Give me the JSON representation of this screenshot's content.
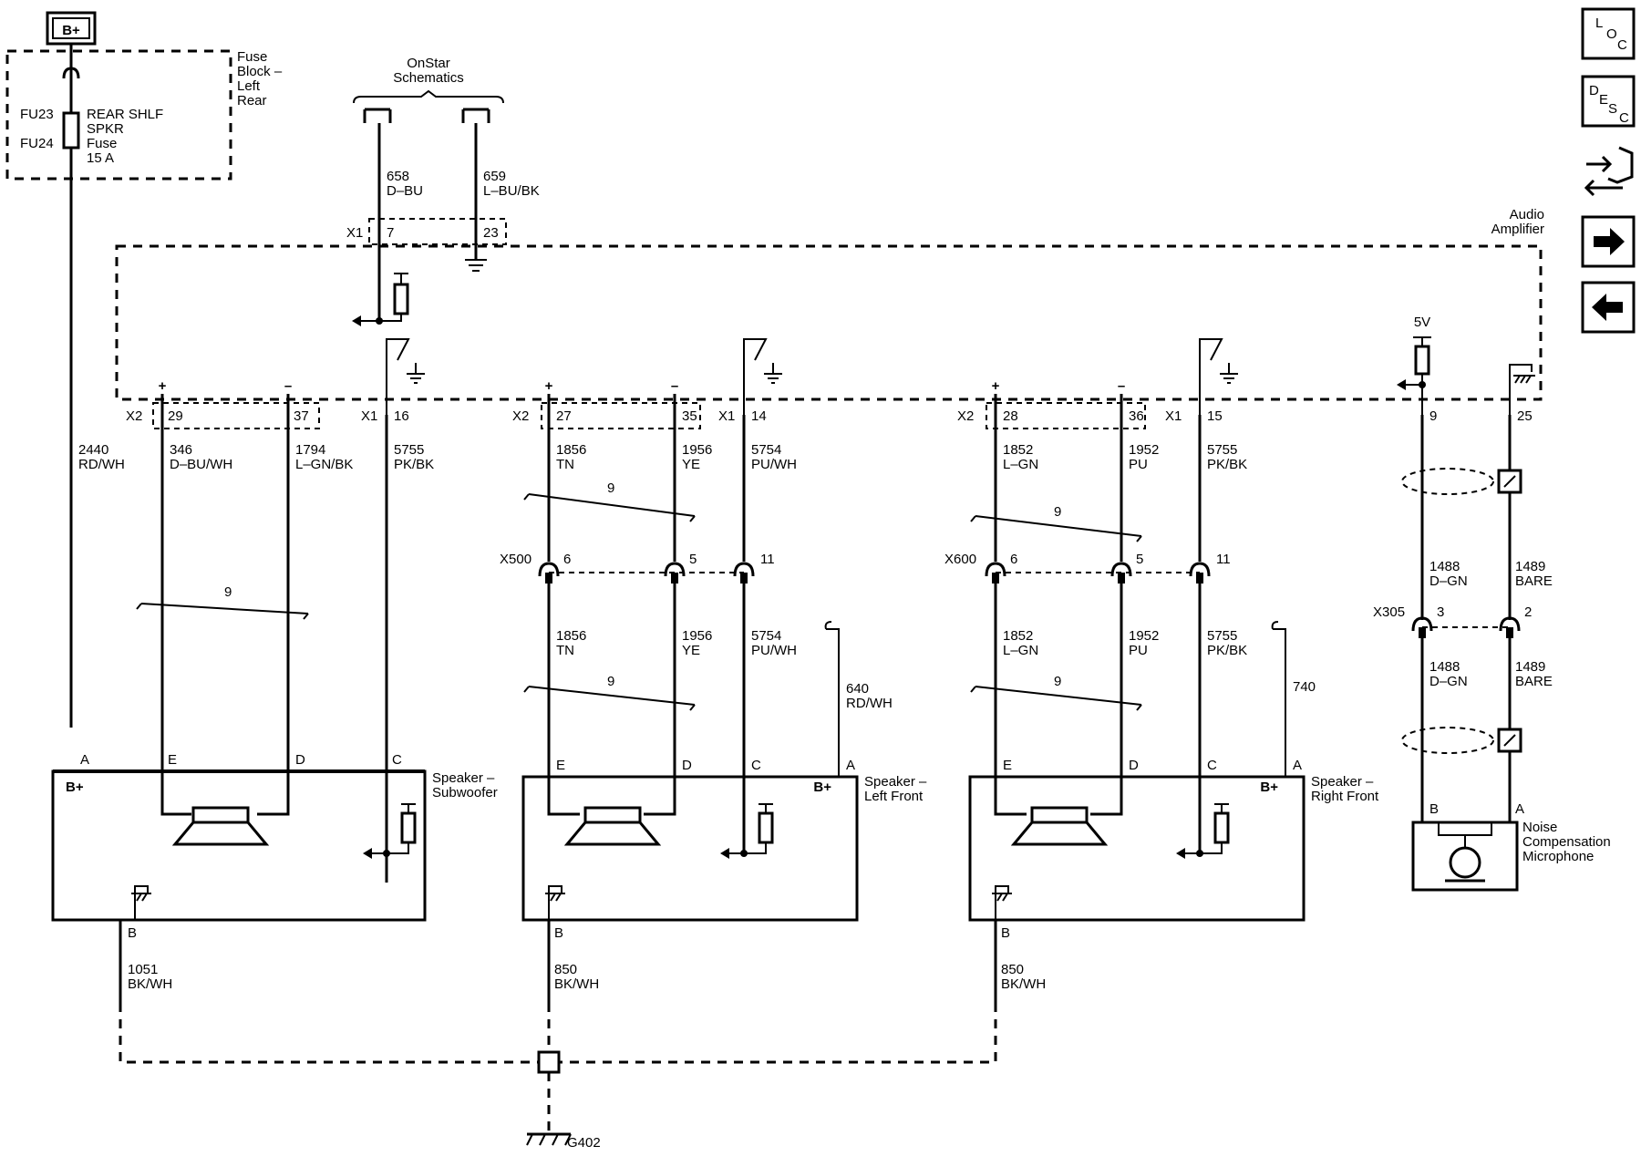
{
  "power": {
    "bplus": "B+"
  },
  "fuse_block": {
    "title_lines": [
      "Fuse",
      "Block –",
      "Left",
      "Rear"
    ],
    "fu23": "FU23",
    "fu24": "FU24",
    "fuse_lines": [
      "REAR SHLF",
      "SPKR",
      "Fuse",
      "15 A"
    ]
  },
  "onstar": {
    "lines": [
      "OnStar",
      "Schematics"
    ]
  },
  "amplifier": {
    "lines": [
      "Audio",
      "Amplifier"
    ]
  },
  "five_v": "5V",
  "connectors": {
    "x1": "X1",
    "x2": "X2",
    "x500": "X500",
    "x600": "X600",
    "x305": "X305"
  },
  "pins": {
    "x1_7": "7",
    "x1_23": "23",
    "x2_29": "29",
    "x2_37": "37",
    "x1_16": "16",
    "x2_27": "27",
    "x2_35": "35",
    "x1_14": "14",
    "x2_28": "28",
    "x2_36": "36",
    "x1_15": "15",
    "amp_9": "9",
    "amp_25": "25",
    "x500_6": "6",
    "x500_5": "5",
    "x500_11": "11",
    "x600_6": "6",
    "x600_5": "5",
    "x600_11": "11",
    "x305_3": "3",
    "x305_2": "2"
  },
  "polarity": {
    "plus": "+",
    "minus": "–"
  },
  "circuits": {
    "c658": {
      "num": "658",
      "color": "D–BU"
    },
    "c659": {
      "num": "659",
      "color": "L–BU/BK"
    },
    "c2440": {
      "num": "2440",
      "color": "RD/WH"
    },
    "c346": {
      "num": "346",
      "color": "D–BU/WH"
    },
    "c1794": {
      "num": "1794",
      "color": "L–GN/BK"
    },
    "c5755a": {
      "num": "5755",
      "color": "PK/BK"
    },
    "c1856a": {
      "num": "1856",
      "color": "TN"
    },
    "c1956a": {
      "num": "1956",
      "color": "YE"
    },
    "c5754a": {
      "num": "5754",
      "color": "PU/WH"
    },
    "c1852a": {
      "num": "1852",
      "color": "L–GN"
    },
    "c1952a": {
      "num": "1952",
      "color": "PU"
    },
    "c5755b": {
      "num": "5755",
      "color": "PK/BK"
    },
    "c1856b": {
      "num": "1856",
      "color": "TN"
    },
    "c1956b": {
      "num": "1956",
      "color": "YE"
    },
    "c5754b": {
      "num": "5754",
      "color": "PU/WH"
    },
    "c640": {
      "num": "640",
      "color": "RD/WH"
    },
    "c1852b": {
      "num": "1852",
      "color": "L–GN"
    },
    "c1952b": {
      "num": "1952",
      "color": "PU"
    },
    "c5755c": {
      "num": "5755",
      "color": "PK/BK"
    },
    "c740": {
      "num": "740"
    },
    "c1488a": {
      "num": "1488",
      "color": "D–GN"
    },
    "c1489a": {
      "num": "1489",
      "color": "BARE"
    },
    "c1488b": {
      "num": "1488",
      "color": "D–GN"
    },
    "c1489b": {
      "num": "1489",
      "color": "BARE"
    },
    "c1051": {
      "num": "1051",
      "color": "BK/WH"
    },
    "c850a": {
      "num": "850",
      "color": "BK/WH"
    },
    "c850b": {
      "num": "850",
      "color": "BK/WH"
    }
  },
  "twist": "9",
  "speakers": {
    "sub": {
      "lines": [
        "Speaker –",
        "Subwoofer"
      ],
      "pins": [
        "A",
        "E",
        "D",
        "C",
        "B"
      ],
      "bplus": "B+"
    },
    "lf": {
      "lines": [
        "Speaker –",
        "Left Front"
      ],
      "pins": [
        "E",
        "D",
        "C",
        "A",
        "B"
      ],
      "bplus": "B+"
    },
    "rf": {
      "lines": [
        "Speaker –",
        "Right Front"
      ],
      "pins": [
        "E",
        "D",
        "C",
        "A",
        "B"
      ],
      "bplus": "B+"
    }
  },
  "microphone": {
    "lines": [
      "Noise",
      "Compensation",
      "Microphone"
    ],
    "pin_b": "B",
    "pin_a": "A"
  },
  "ground": {
    "label": "G402"
  },
  "nav": {
    "loc": [
      "L",
      "O",
      "C"
    ],
    "desc": [
      "D",
      "E",
      "S",
      "C"
    ],
    "icons": [
      "connector-wrench-icon",
      "arrow-right-icon",
      "arrow-left-icon"
    ]
  }
}
